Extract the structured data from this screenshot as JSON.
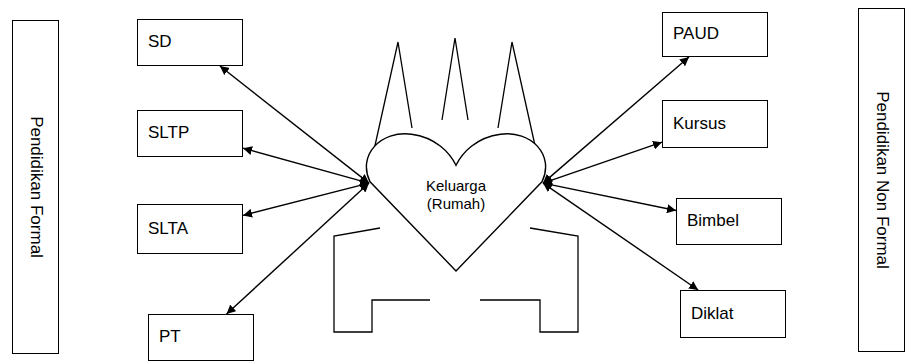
{
  "diagram": {
    "nodes": [
      {
        "text": [
          "Pendidikan Formal"
        ]
      },
      {
        "text": [
          "SD"
        ]
      },
      {
        "text": [
          "SLTP"
        ]
      },
      {
        "text": [
          "SLTA"
        ]
      },
      {
        "text": [
          "PT"
        ]
      },
      {
        "text": [
          "Keluarga (Rumah)"
        ]
      },
      {
        "text": [
          "PAUD"
        ]
      },
      {
        "text": [
          "Kursus"
        ]
      },
      {
        "text": [
          "Bimbel"
        ]
      },
      {
        "text": [
          "Diklat"
        ]
      },
      {
        "text": [
          "Pendidikan Non Formal"
        ]
      }
    ],
    "edges": [
      {
        "from": 5,
        "to": 1,
        "arrow": "both"
      },
      {
        "from": 5,
        "to": 2,
        "arrow": "both"
      },
      {
        "from": 5,
        "to": 3,
        "arrow": "both"
      },
      {
        "from": 5,
        "to": 4,
        "arrow": "both"
      },
      {
        "from": 5,
        "to": 6,
        "arrow": "both"
      },
      {
        "from": 5,
        "to": 7,
        "arrow": "both"
      },
      {
        "from": 5,
        "to": 8,
        "arrow": "both"
      },
      {
        "from": 5,
        "to": 9,
        "arrow": "both"
      }
    ]
  }
}
